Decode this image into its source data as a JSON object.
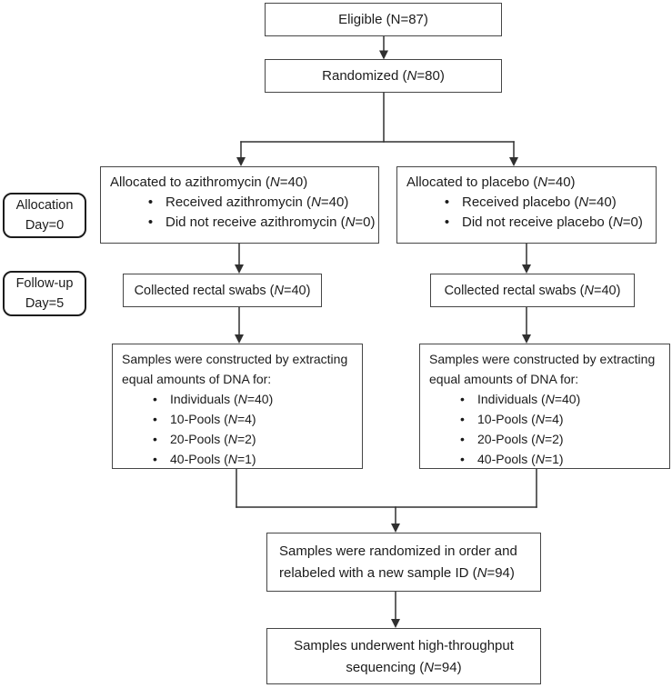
{
  "glyphs": {
    "bullet": "•"
  },
  "colors": {
    "background": "#ffffff",
    "box_border": "#464646",
    "stage_label_border": "#1c1c1c",
    "connector": "#303030",
    "text": "#1c1c1c"
  },
  "boxes": {
    "eligible": {
      "text": "Eligible (N=87)"
    },
    "randomized": {
      "pre": "Randomized (",
      "n": "N",
      "post": "=80)"
    },
    "alloc_azithromycin": {
      "title_pre": "Allocated to azithromycin (",
      "title_n": "N",
      "title_post": "=40)",
      "bullets": [
        {
          "pre": "Received azithromycin (",
          "n": "N",
          "post": "=40)"
        },
        {
          "pre": "Did not receive azithromycin (",
          "n": "N",
          "post": "=0)"
        }
      ]
    },
    "alloc_placebo": {
      "title_pre": "Allocated to placebo (",
      "title_n": "N",
      "title_post": "=40)",
      "bullets": [
        {
          "pre": "Received placebo (",
          "n": "N",
          "post": "=40)"
        },
        {
          "pre": "Did not receive placebo (",
          "n": "N",
          "post": "=0)"
        }
      ]
    },
    "swab_left": {
      "pre": "Collected rectal swabs (",
      "n": "N",
      "post": "=40)"
    },
    "swab_right": {
      "pre": "Collected rectal swabs (",
      "n": "N",
      "post": "=40)"
    },
    "samples_left": {
      "heading1": "Samples were constructed by extracting",
      "heading2": "equal amounts of DNA for:",
      "bullets": [
        {
          "pre": "Individuals (",
          "n": "N",
          "post": "=40)"
        },
        {
          "pre": "10-Pools (",
          "n": "N",
          "post": "=4)"
        },
        {
          "pre": "20-Pools (",
          "n": "N",
          "post": "=2)"
        },
        {
          "pre": "40-Pools (",
          "n": "N",
          "post": "=1)"
        }
      ]
    },
    "samples_right": {
      "heading1": "Samples were constructed by extracting",
      "heading2": "equal amounts of DNA for:",
      "bullets": [
        {
          "pre": "Individuals (",
          "n": "N",
          "post": "=40)"
        },
        {
          "pre": "10-Pools (",
          "n": "N",
          "post": "=4)"
        },
        {
          "pre": "20-Pools (",
          "n": "N",
          "post": "=2)"
        },
        {
          "pre": "40-Pools (",
          "n": "N",
          "post": "=1)"
        }
      ]
    },
    "relabel": {
      "line1": "Samples were randomized in order and",
      "line2_pre": "relabeled with a new sample ID (",
      "n": "N",
      "post": "=94)"
    },
    "sequencing": {
      "line1": "Samples underwent high-throughput",
      "line2_pre": "sequencing (",
      "n": "N",
      "post": "=94)"
    }
  },
  "stage_labels": [
    {
      "line1": "Allocation",
      "line2": "Day=0"
    },
    {
      "line1": "Follow-up",
      "line2": "Day=5"
    }
  ]
}
